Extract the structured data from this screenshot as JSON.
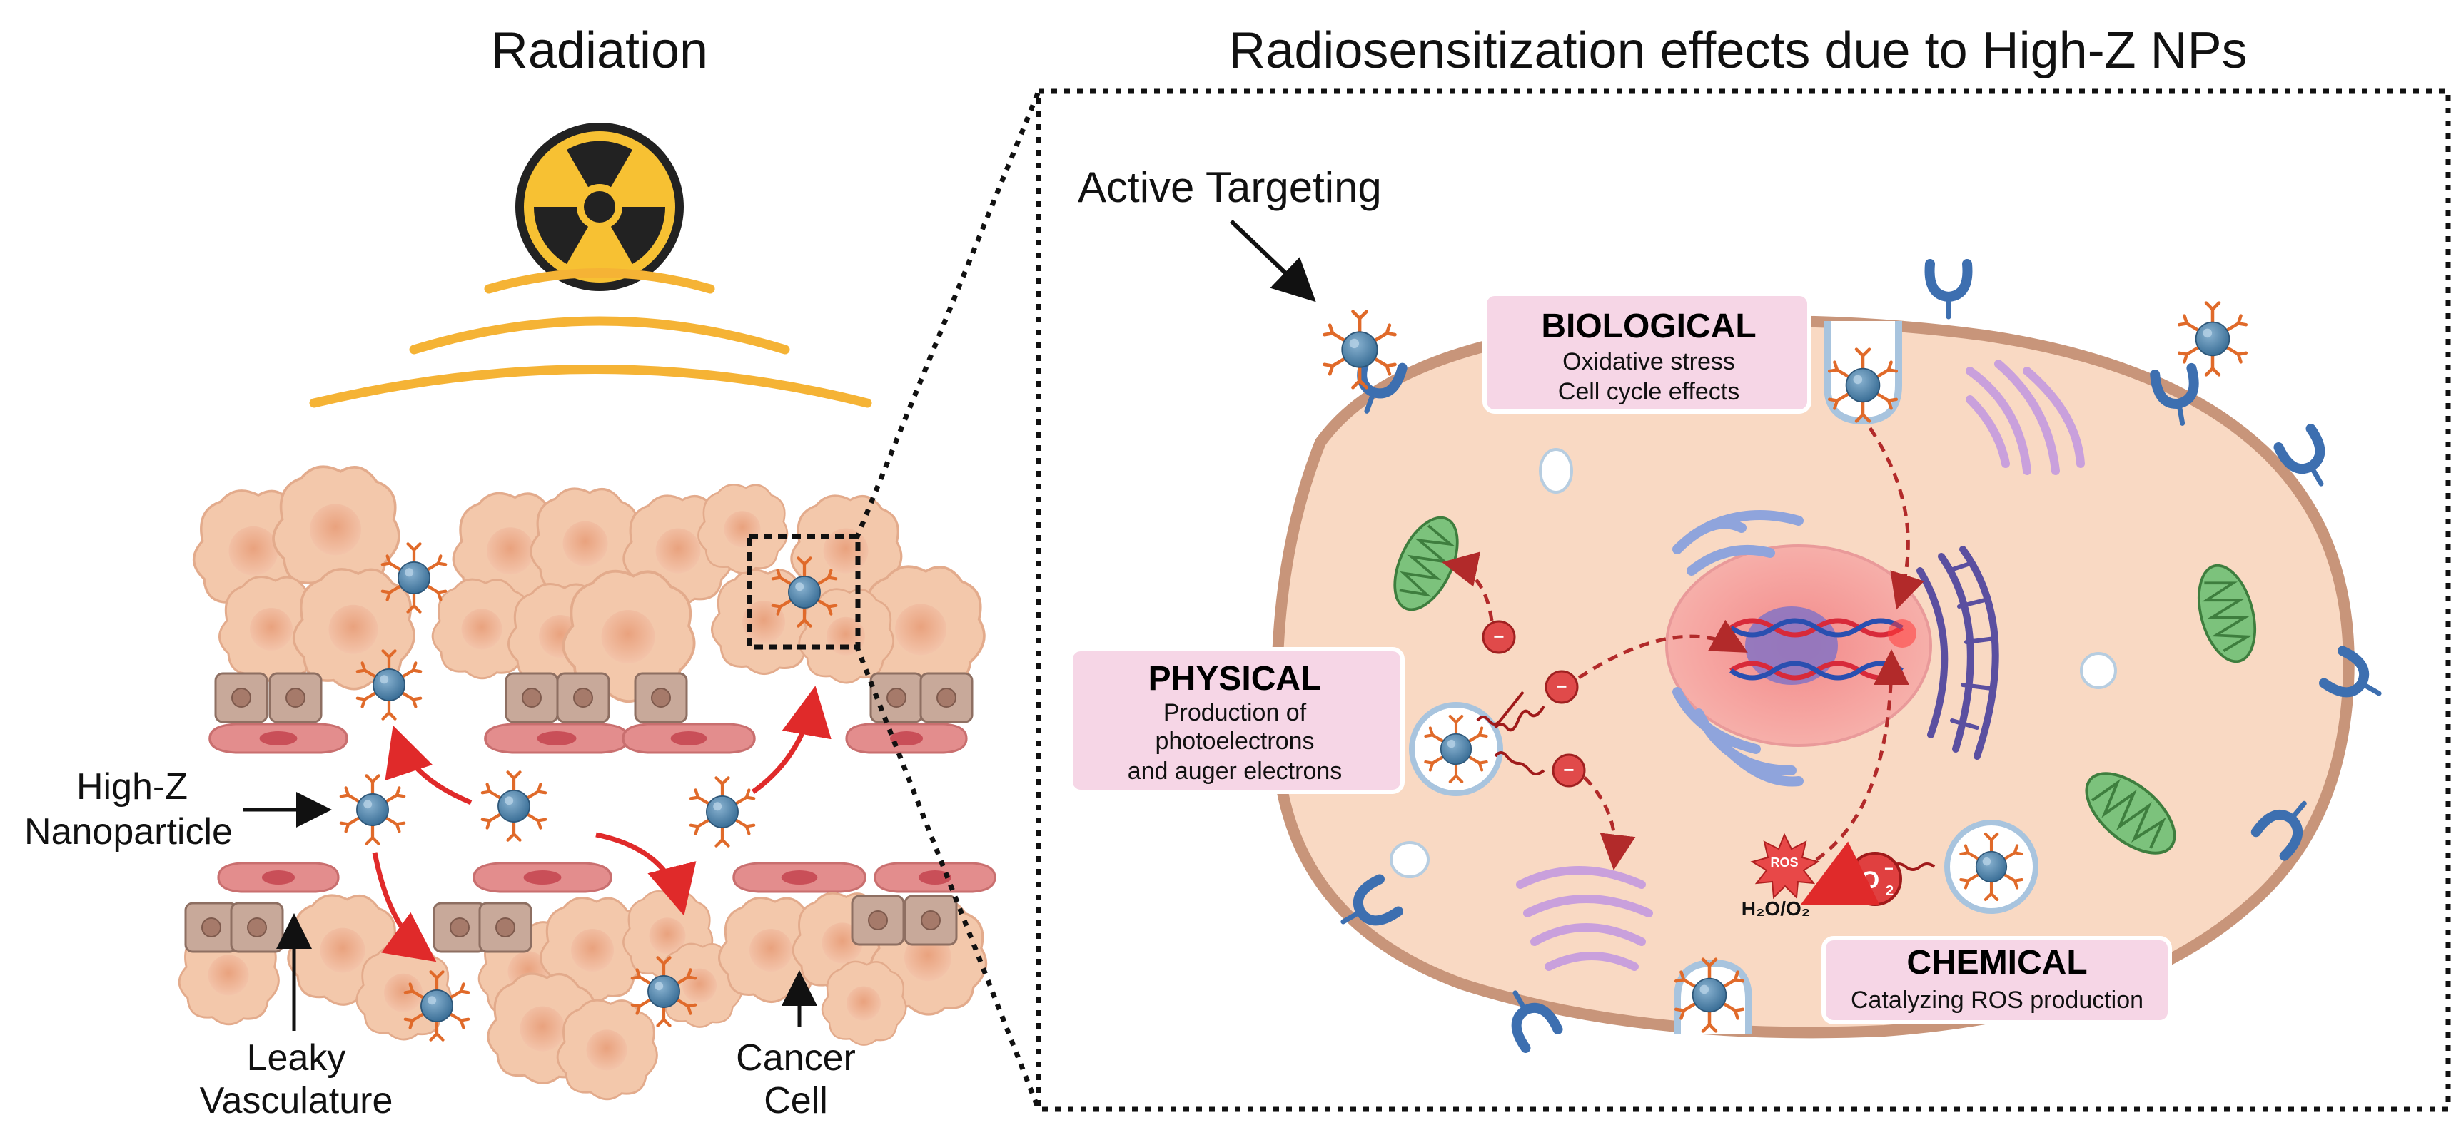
{
  "left_panel": {
    "title": "Radiation",
    "labels": {
      "nanoparticle_line1": "High-Z",
      "nanoparticle_line2": "Nanoparticle",
      "leaky_line1": "Leaky",
      "leaky_line2": "Vasculature",
      "cancer_line1": "Cancer",
      "cancer_line2": "Cell"
    }
  },
  "right_panel": {
    "title": "Radiosensitization effects due to High-Z NPs",
    "active_targeting": "Active Targeting",
    "biological": {
      "title": "BIOLOGICAL",
      "line1": "Oxidative stress",
      "line2": "Cell cycle effects"
    },
    "physical": {
      "title": "PHYSICAL",
      "line1": "Production of",
      "line2": "photoelectrons",
      "line3": "and auger electrons"
    },
    "chemical": {
      "title": "CHEMICAL",
      "line1": "Catalyzing ROS production"
    },
    "ros_label": "ROS",
    "o2_label": "O",
    "o2_sub": "2",
    "o2_sup": "−",
    "h2o_label": "H₂O/O₂",
    "electron_symbol": "−"
  },
  "colors": {
    "radiation_yellow": "#f7c133",
    "radiation_arc": "#f5b335",
    "cell_body": "#f9d9c3",
    "cell_membrane": "#c8957a",
    "nucleus": "#f6a0a0",
    "nanoparticle": "#4a7fa8",
    "ligand": "#e06a2a",
    "receptor": "#3d6fb0",
    "mitochondria": "#5aa05a",
    "golgi": "#c9a0dc",
    "label_box": "#f6d6e6",
    "electron": "#d83a3a",
    "arrow_red": "#e02a2a"
  }
}
